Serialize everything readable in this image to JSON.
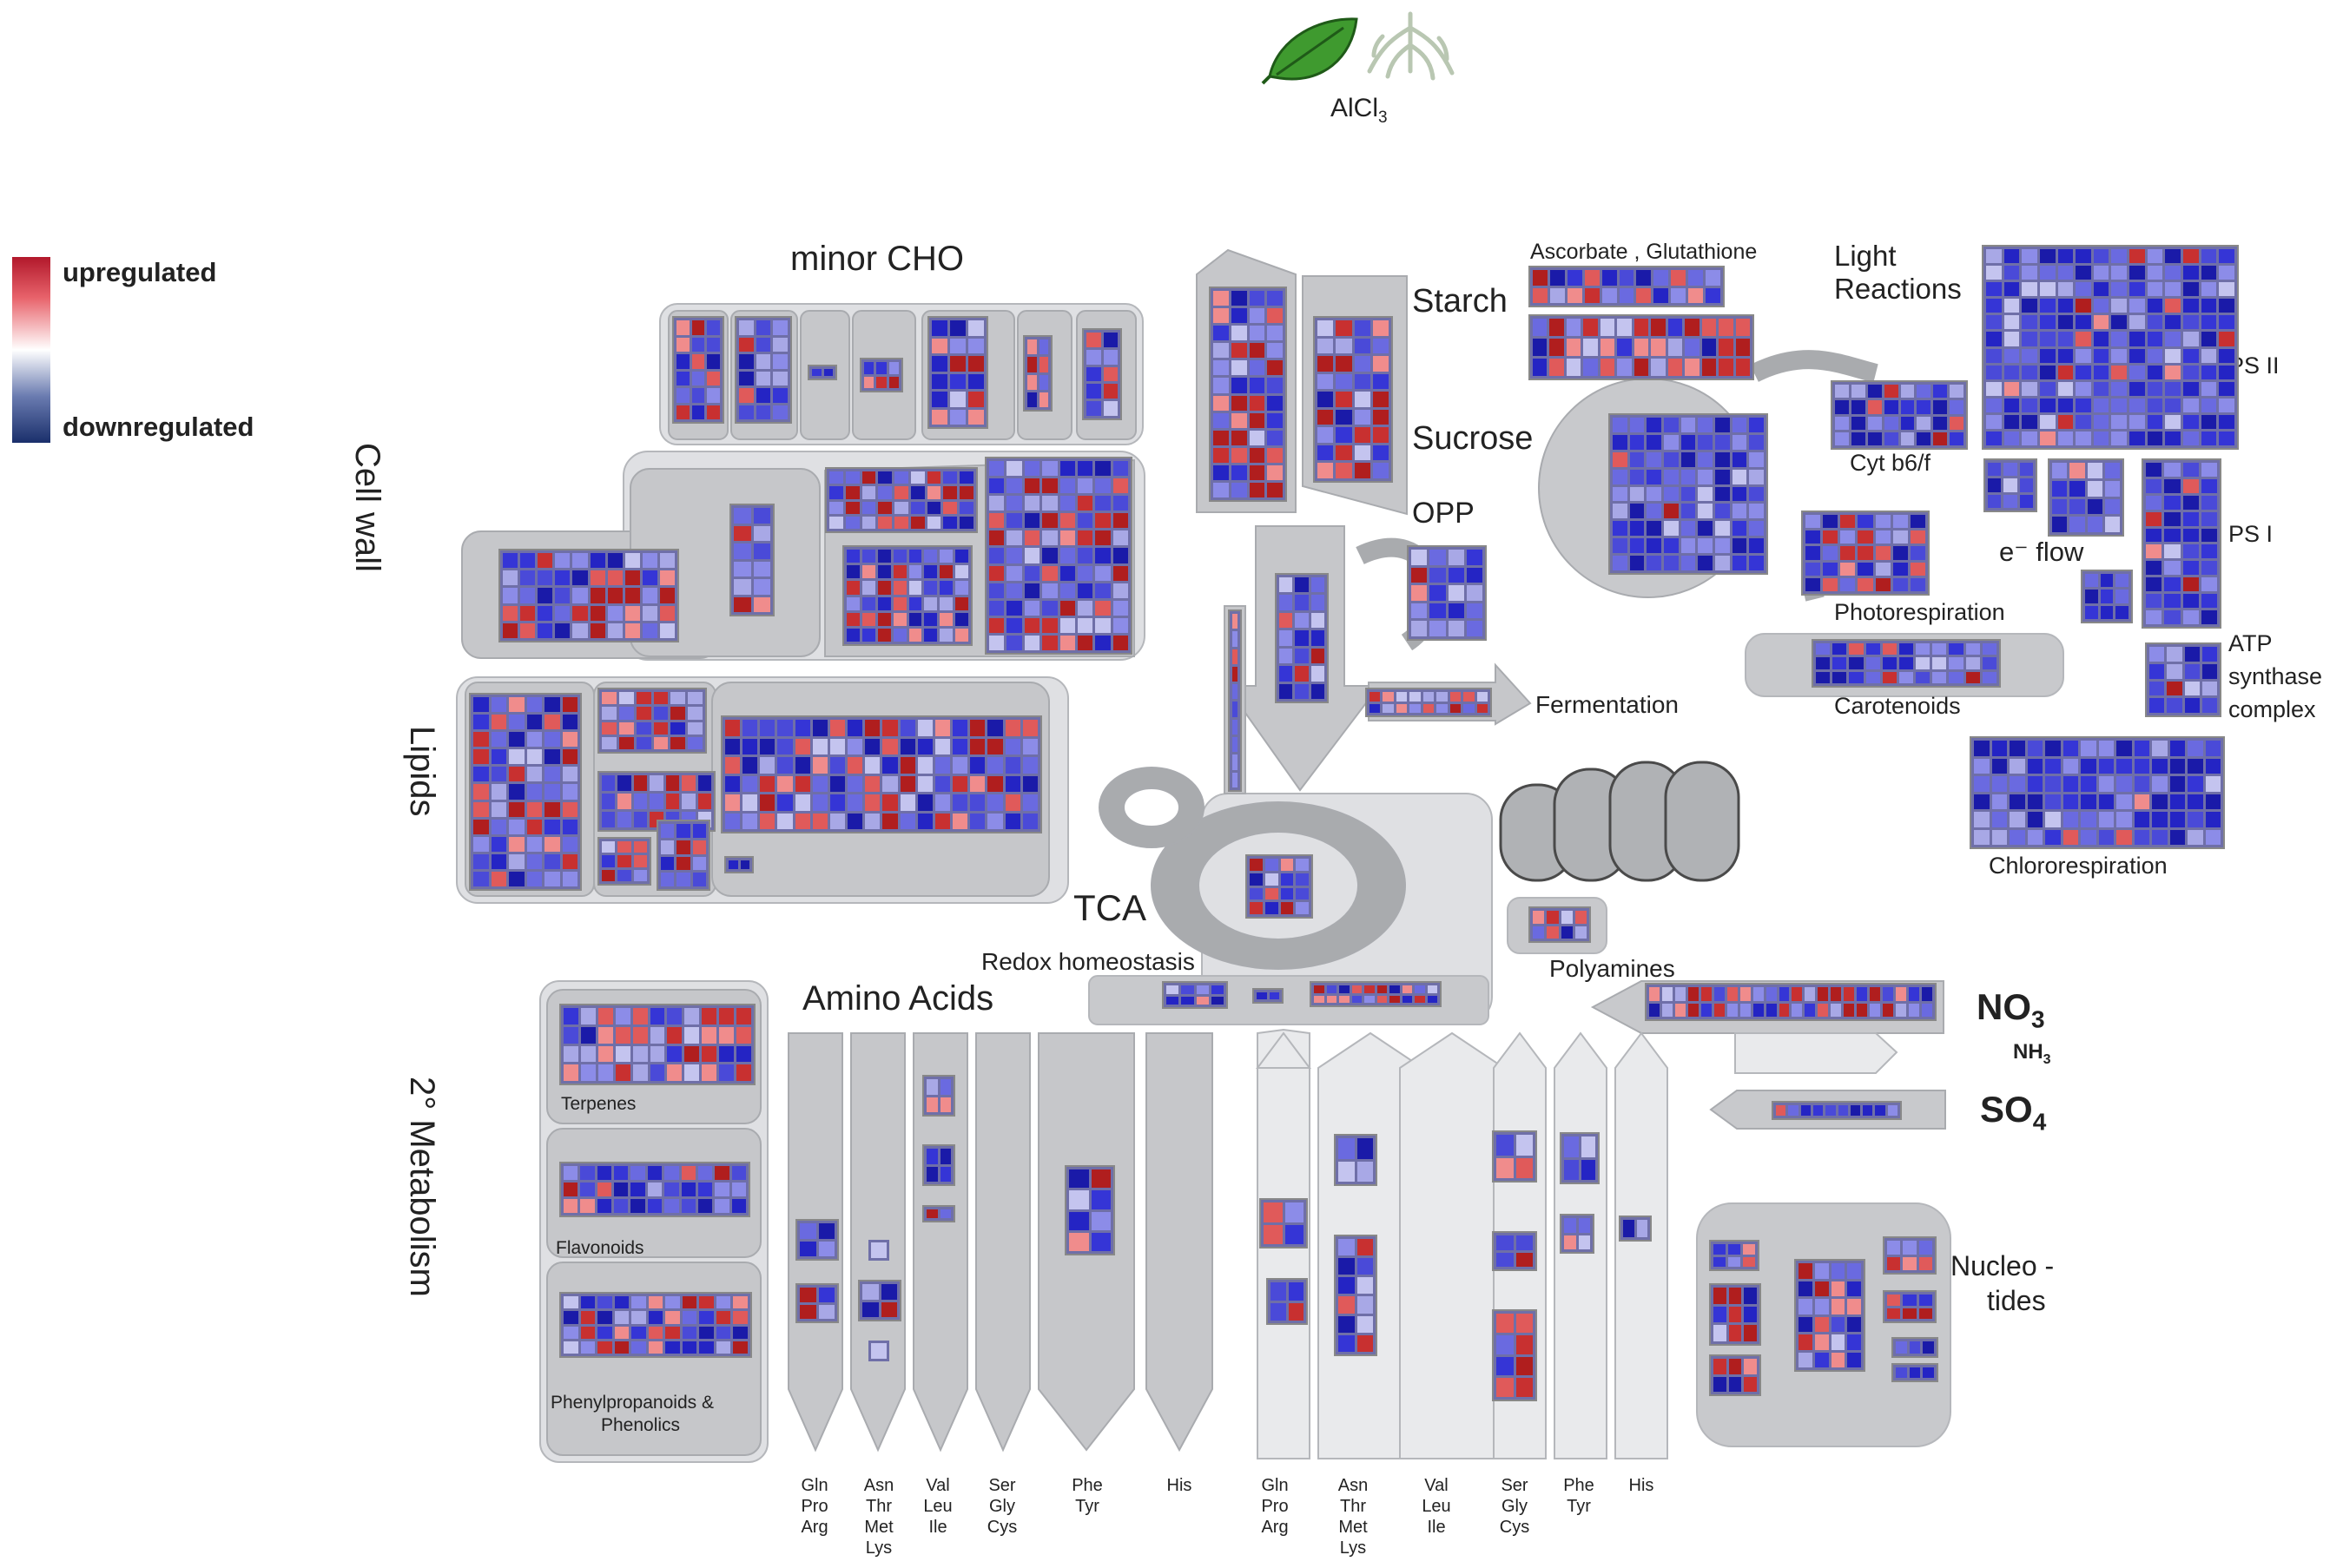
{
  "header": {
    "condition_label": "AlCl",
    "condition_subscript": "3",
    "icons": [
      "leaf-icon",
      "root-icon"
    ]
  },
  "legend": {
    "upregulated": "upregulated",
    "downregulated": "downregulated",
    "colors": {
      "up": "#b2182b",
      "mid": "#ffffff",
      "down": "#1a2f6b"
    }
  },
  "sections": {
    "minor_cho": "minor CHO",
    "cell_wall": "Cell wall",
    "lipids": "Lipids",
    "secondary_metabolism": "2° Metabolism",
    "starch": "Starch",
    "sucrose": "Sucrose",
    "opp": "OPP",
    "fermentation": "Fermentation",
    "tca": "TCA",
    "redox": "Redox homeostasis",
    "polyamines": "Polyamines",
    "amino_acids": "Amino Acids",
    "ascorbate": "Ascorbate , Glutathione",
    "light_reactions_1": "Light",
    "light_reactions_2": "Reactions",
    "ps2": "PS II",
    "ps1": "PS I",
    "cyt": "Cyt b6/f",
    "eflow": "e⁻ flow",
    "photorespiration": "Photorespiration",
    "carotenoids": "Carotenoids",
    "atp1": "ATP",
    "atp2": "synthase",
    "atp3": "complex",
    "chlororespiration": "Chlororespiration",
    "no3": "NO",
    "no3_sub": "3",
    "nh3": "NH",
    "nh3_sub": "3",
    "so4": "SO",
    "so4_sub": "4",
    "nucleo1": "Nucleo -",
    "nucleo2": "tides",
    "terpenes": "Terpenes",
    "flavonoids": "Flavonoids",
    "phenyl1": "Phenylpropanoids &",
    "phenyl2": "Phenolics"
  },
  "amino_columns": [
    [
      "Gln",
      "Pro",
      "Arg"
    ],
    [
      "Asn",
      "Thr",
      "Met",
      "Lys"
    ],
    [
      "Val",
      "Leu",
      "Ile"
    ],
    [
      "Ser",
      "Gly",
      "Cys"
    ],
    [
      "Phe",
      "Tyr"
    ],
    [
      "His"
    ],
    [
      "Gln",
      "Pro",
      "Arg"
    ],
    [
      "Asn",
      "Thr",
      "Met",
      "Lys"
    ],
    [
      "Val",
      "Leu",
      "Ile"
    ],
    [
      "Ser",
      "Gly",
      "Cys"
    ],
    [
      "Phe",
      "Tyr"
    ],
    [
      "His"
    ]
  ]
}
